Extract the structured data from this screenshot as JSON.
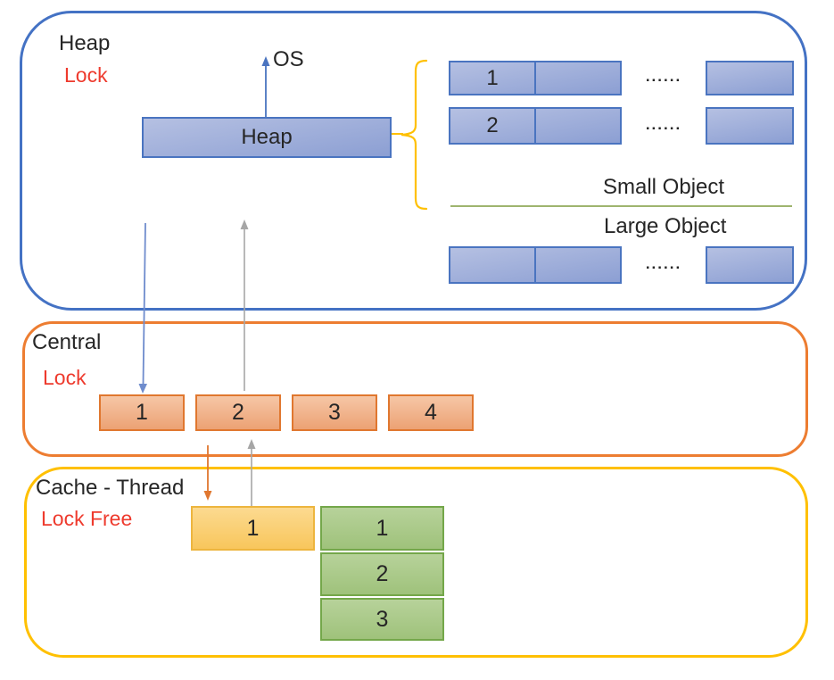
{
  "diagram_title": "Memory allocator layers diagram",
  "colors": {
    "accent_blue": "#4472C4",
    "accent_orange": "#ED7D31",
    "accent_gold": "#FFC000",
    "accent_green": "#70AD47",
    "divider_green": "#7E9B3F",
    "arrow_gray": "#A6A6A6",
    "lock_red": "#EE3A2D"
  },
  "heap_section": {
    "title": "Heap",
    "lock_label": "Lock",
    "os_label": "OS",
    "heap_box_label": "Heap",
    "span_rows": [
      {
        "label": "1",
        "dots": "......"
      },
      {
        "label": "2",
        "dots": "......"
      }
    ],
    "small_object_label": "Small Object",
    "large_object_label": "Large Object",
    "large_row": {
      "dots": "......"
    }
  },
  "central_section": {
    "title": "Central",
    "lock_label": "Lock",
    "boxes": [
      "1",
      "2",
      "3",
      "4"
    ]
  },
  "cache_section": {
    "title": "Cache - Thread",
    "lock_label": "Lock Free",
    "cache_box_label": "1",
    "free_list_boxes": [
      "1",
      "2",
      "3"
    ]
  }
}
